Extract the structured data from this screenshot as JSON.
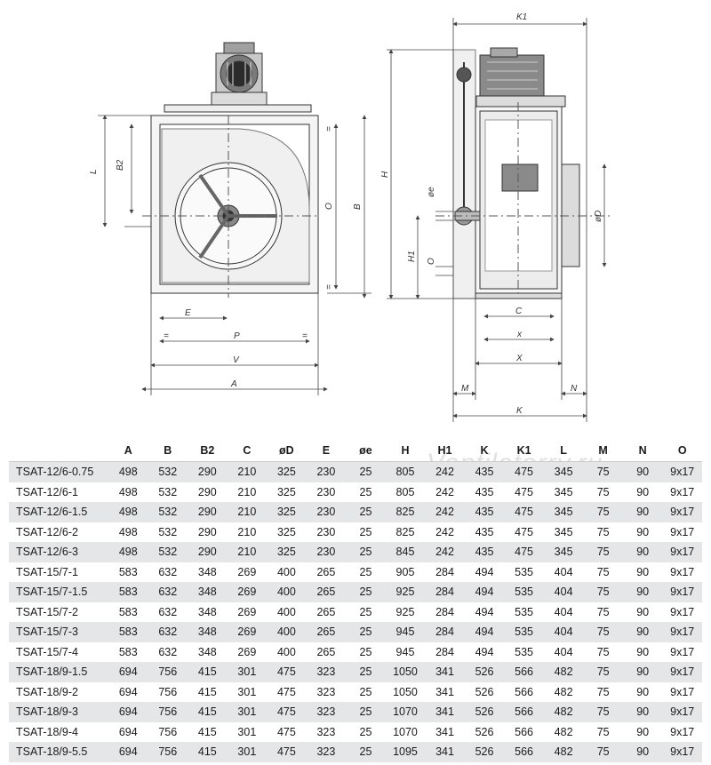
{
  "dimension_letters": {
    "front": {
      "L": "L",
      "B2": "B2",
      "O": "O",
      "B": "B",
      "E": "E",
      "P": "P",
      "V": "V",
      "A": "A",
      "eq": "="
    },
    "side": {
      "K1": "K1",
      "H": "H",
      "H1": "H1",
      "oe": "øe",
      "O": "O",
      "oD": "øD",
      "C": "C",
      "x": "x",
      "X": "X",
      "M": "M",
      "N": "N",
      "K": "K"
    }
  },
  "watermark": "Ventilatorry.ru",
  "table": {
    "headers": [
      "",
      "A",
      "B",
      "B2",
      "C",
      "øD",
      "E",
      "øe",
      "H",
      "H1",
      "K",
      "K1",
      "L",
      "M",
      "N",
      "O"
    ],
    "rows": [
      [
        "TSAT-12/6-0.75",
        "498",
        "532",
        "290",
        "210",
        "325",
        "230",
        "25",
        "805",
        "242",
        "435",
        "475",
        "345",
        "75",
        "90",
        "9x17"
      ],
      [
        "TSAT-12/6-1",
        "498",
        "532",
        "290",
        "210",
        "325",
        "230",
        "25",
        "805",
        "242",
        "435",
        "475",
        "345",
        "75",
        "90",
        "9x17"
      ],
      [
        "TSAT-12/6-1.5",
        "498",
        "532",
        "290",
        "210",
        "325",
        "230",
        "25",
        "825",
        "242",
        "435",
        "475",
        "345",
        "75",
        "90",
        "9x17"
      ],
      [
        "TSAT-12/6-2",
        "498",
        "532",
        "290",
        "210",
        "325",
        "230",
        "25",
        "825",
        "242",
        "435",
        "475",
        "345",
        "75",
        "90",
        "9x17"
      ],
      [
        "TSAT-12/6-3",
        "498",
        "532",
        "290",
        "210",
        "325",
        "230",
        "25",
        "845",
        "242",
        "435",
        "475",
        "345",
        "75",
        "90",
        "9x17"
      ],
      [
        "TSAT-15/7-1",
        "583",
        "632",
        "348",
        "269",
        "400",
        "265",
        "25",
        "905",
        "284",
        "494",
        "535",
        "404",
        "75",
        "90",
        "9x17"
      ],
      [
        "TSAT-15/7-1.5",
        "583",
        "632",
        "348",
        "269",
        "400",
        "265",
        "25",
        "925",
        "284",
        "494",
        "535",
        "404",
        "75",
        "90",
        "9x17"
      ],
      [
        "TSAT-15/7-2",
        "583",
        "632",
        "348",
        "269",
        "400",
        "265",
        "25",
        "925",
        "284",
        "494",
        "535",
        "404",
        "75",
        "90",
        "9x17"
      ],
      [
        "TSAT-15/7-3",
        "583",
        "632",
        "348",
        "269",
        "400",
        "265",
        "25",
        "945",
        "284",
        "494",
        "535",
        "404",
        "75",
        "90",
        "9x17"
      ],
      [
        "TSAT-15/7-4",
        "583",
        "632",
        "348",
        "269",
        "400",
        "265",
        "25",
        "945",
        "284",
        "494",
        "535",
        "404",
        "75",
        "90",
        "9x17"
      ],
      [
        "TSAT-18/9-1.5",
        "694",
        "756",
        "415",
        "301",
        "475",
        "323",
        "25",
        "1050",
        "341",
        "526",
        "566",
        "482",
        "75",
        "90",
        "9x17"
      ],
      [
        "TSAT-18/9-2",
        "694",
        "756",
        "415",
        "301",
        "475",
        "323",
        "25",
        "1050",
        "341",
        "526",
        "566",
        "482",
        "75",
        "90",
        "9x17"
      ],
      [
        "TSAT-18/9-3",
        "694",
        "756",
        "415",
        "301",
        "475",
        "323",
        "25",
        "1070",
        "341",
        "526",
        "566",
        "482",
        "75",
        "90",
        "9x17"
      ],
      [
        "TSAT-18/9-4",
        "694",
        "756",
        "415",
        "301",
        "475",
        "323",
        "25",
        "1070",
        "341",
        "526",
        "566",
        "482",
        "75",
        "90",
        "9x17"
      ],
      [
        "TSAT-18/9-5.5",
        "694",
        "756",
        "415",
        "301",
        "475",
        "323",
        "25",
        "1095",
        "341",
        "526",
        "566",
        "482",
        "75",
        "90",
        "9x17"
      ]
    ]
  }
}
